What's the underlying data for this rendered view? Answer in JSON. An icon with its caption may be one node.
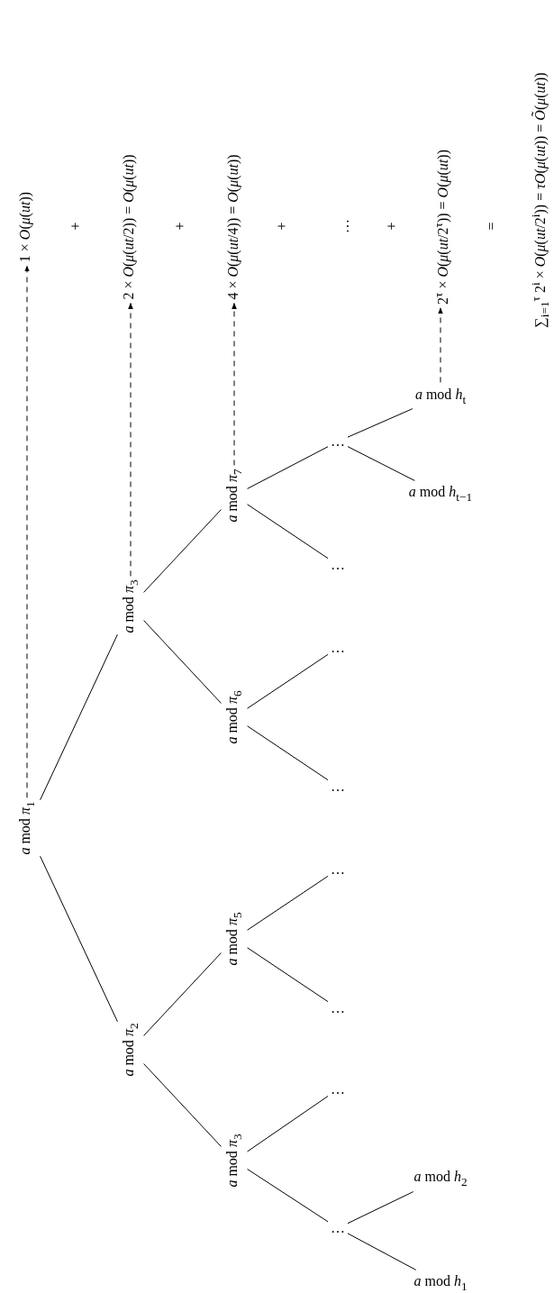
{
  "diagram": {
    "nodes": [
      {
        "text": [
          "*a* mod *π*$_{1}$"
        ]
      },
      {
        "text": [
          "*a* mod *π*$_{3}$"
        ]
      },
      {
        "text": [
          "*a* mod *π*$_{2}$"
        ]
      },
      {
        "text": [
          "*a* mod *π*$_{7}$"
        ]
      },
      {
        "text": [
          "*a* mod *π*$_{6}$"
        ]
      },
      {
        "text": [
          "*a* mod *π*$_{5}$"
        ]
      },
      {
        "text": [
          "*a* mod *π*$_{3}$"
        ]
      },
      {
        "text": [
          "…"
        ]
      },
      {
        "text": [
          "…"
        ]
      },
      {
        "text": [
          "…"
        ]
      },
      {
        "text": [
          "…"
        ]
      },
      {
        "text": [
          "…"
        ]
      },
      {
        "text": [
          "…"
        ]
      },
      {
        "text": [
          "…"
        ]
      },
      {
        "text": [
          "…"
        ]
      },
      {
        "text": [
          "*a* mod *h*$_{t}$"
        ]
      },
      {
        "text": [
          "*a* mod *h*$_{t−1}$"
        ]
      },
      {
        "text": [
          "*a* mod *h*$_{2}$"
        ]
      },
      {
        "text": [
          "*a* mod *h*$_{1}$"
        ]
      },
      {
        "text": [
          "1 × *O*(*μ*(*ut*))"
        ]
      },
      {
        "text": [
          "2 × *O*(*μ*(*ut*/2)) = *O*(*μ*(*ut*))"
        ]
      },
      {
        "text": [
          "4 × *O*(*μ*(*ut*/4)) = *O*(*μ*(*ut*))"
        ]
      },
      {
        "text": [
          "2$^{τ}$ × *O*(*μ*(*ut*/2$^{τ}$)) = *O*(*μ*(*ut*))"
        ]
      }
    ],
    "edges": [
      {
        "from": 0,
        "to": 1,
        "arrow": "none"
      },
      {
        "from": 0,
        "to": 2,
        "arrow": "none"
      },
      {
        "from": 1,
        "to": 3,
        "arrow": "none"
      },
      {
        "from": 1,
        "to": 4,
        "arrow": "none"
      },
      {
        "from": 2,
        "to": 5,
        "arrow": "none"
      },
      {
        "from": 2,
        "to": 6,
        "arrow": "none"
      },
      {
        "from": 3,
        "to": 7,
        "arrow": "none"
      },
      {
        "from": 3,
        "to": 8,
        "arrow": "none"
      },
      {
        "from": 4,
        "to": 9,
        "arrow": "none"
      },
      {
        "from": 4,
        "to": 10,
        "arrow": "none"
      },
      {
        "from": 5,
        "to": 11,
        "arrow": "none"
      },
      {
        "from": 5,
        "to": 12,
        "arrow": "none"
      },
      {
        "from": 6,
        "to": 13,
        "arrow": "none"
      },
      {
        "from": 6,
        "to": 14,
        "arrow": "none"
      },
      {
        "from": 7,
        "to": 15,
        "arrow": "none"
      },
      {
        "from": 7,
        "to": 16,
        "arrow": "none"
      },
      {
        "from": 14,
        "to": 17,
        "arrow": "none"
      },
      {
        "from": 14,
        "to": 18,
        "arrow": "none"
      },
      {
        "from": 0,
        "to": 19,
        "arrow": "to",
        "style": "dashed"
      },
      {
        "from": 1,
        "to": 20,
        "arrow": "to",
        "style": "dashed"
      },
      {
        "from": 3,
        "to": 21,
        "arrow": "to",
        "style": "dashed"
      },
      {
        "from": 15,
        "to": 22,
        "arrow": "to",
        "style": "dashed"
      }
    ],
    "labels": [
      "+",
      "+",
      "+",
      "…",
      "+",
      "=",
      "∑$_{i=1}$$^{τ}$ 2$^{i}$ × *O*(*μ*(*ut*/2$^{i}$)) = *τO*(*μ*(*ut*)) = *Õ*(*μ*(*ut*))"
    ]
  }
}
